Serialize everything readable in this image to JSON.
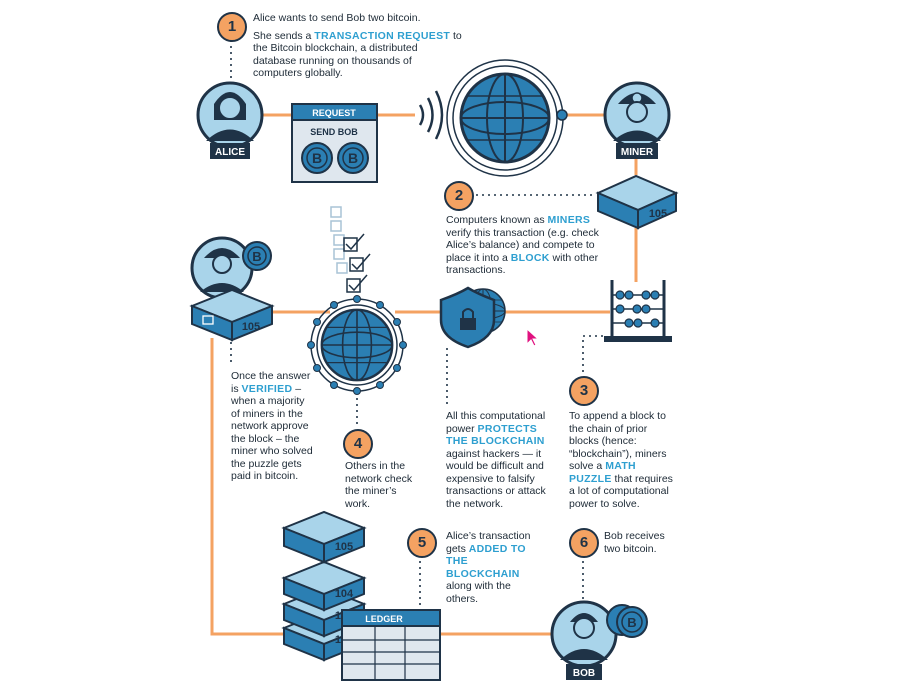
{
  "steps": {
    "s1": {
      "num": "1",
      "line1": "Alice wants to send Bob two bitcoin.",
      "pre": "She sends a ",
      "hl": "TRANSACTION REQUEST",
      "post": " to the Bitcoin blockchain, a distributed database running on thousands of computers globally."
    },
    "s2": {
      "num": "2",
      "pre": "Computers known as ",
      "hl1": "MINERS",
      "mid": " verify this transaction (e.g. check Alice’s balance) and compete to place it into a ",
      "hl2": "BLOCK",
      "post": " with other transactions."
    },
    "s3": {
      "num": "3",
      "pre": "To append a block to the chain of prior blocks (hence: “blockchain”), miners solve a ",
      "hl": "MATH PUZZLE",
      "post": " that requires a lot of computational power to solve."
    },
    "s4": {
      "num": "4",
      "text": "Others in the network check the miner’s work."
    },
    "s5": {
      "num": "5",
      "pre": "Alice’s transaction gets ",
      "hl": "ADDED TO THE BLOCKCHAIN",
      "post": " along with the others."
    },
    "s6": {
      "num": "6",
      "text": "Bob receives two bitcoin."
    },
    "verified": {
      "pre": "Once the answer is ",
      "hl": "VERIFIED",
      "post": " – when a majority of miners in the network approve the block – the miner who solved the puzzle gets paid in bitcoin."
    },
    "protect": {
      "pre": "All this computational power ",
      "hl": "PROTECTS THE BLOCKCHAIN",
      "post": " against hackers — it would be difficult and expensive to falsify transactions or attack the network."
    }
  },
  "labels": {
    "alice": "ALICE",
    "miner": "MINER",
    "bob": "BOB",
    "request": "REQUEST",
    "send_bob": "SEND BOB",
    "ledger": "LEDGER",
    "coin": "B"
  },
  "blocks": {
    "b105": "105",
    "b104": "104",
    "b103": "103",
    "b102": "102"
  },
  "colors": {
    "dark": "#1f3347",
    "blue": "#2b7fb3",
    "light": "#a9d4ea",
    "orange": "#f4a262",
    "accent": "#2e9fd0"
  }
}
